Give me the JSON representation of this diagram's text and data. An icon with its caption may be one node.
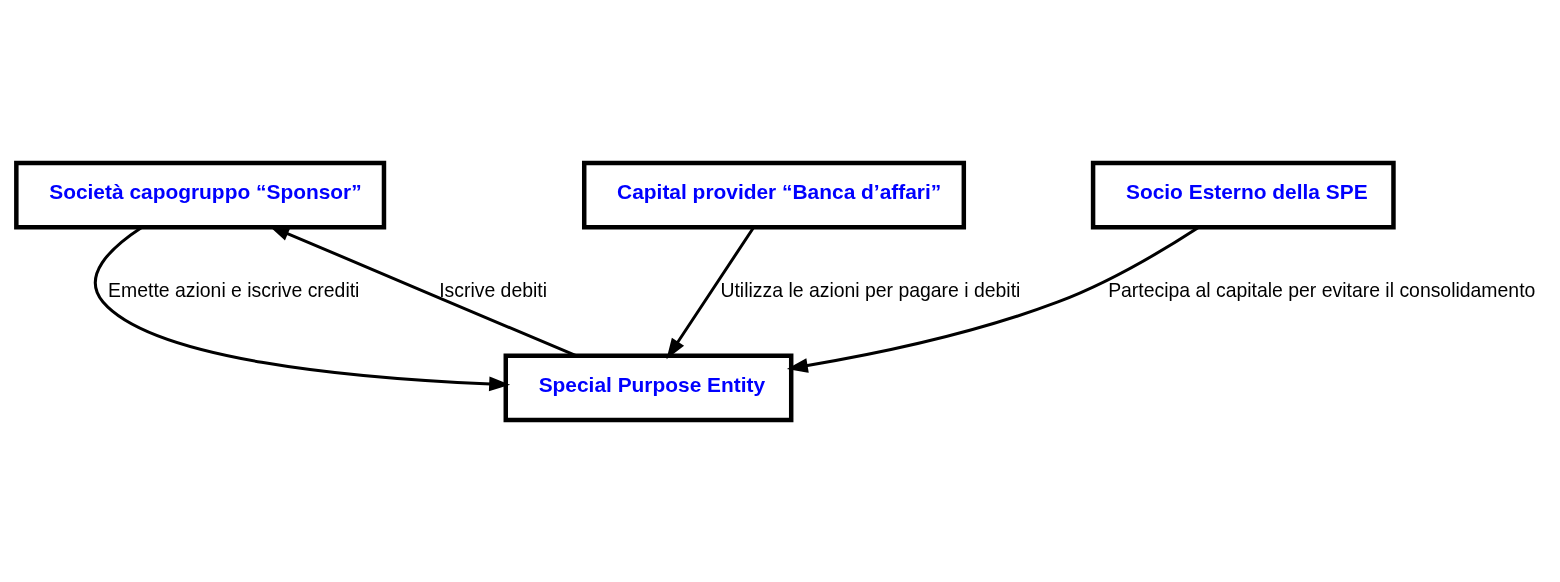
{
  "diagram": {
    "nodes": [
      {
        "text": [
          "Società capogruppo “Sponsor”"
        ]
      },
      {
        "text": [
          "Capital provider “Banca d’affari”"
        ]
      },
      {
        "text": [
          "Special Purpose Entity"
        ]
      },
      {
        "text": [
          "Socio Esterno della SPE"
        ]
      }
    ],
    "edges": [
      {
        "from": 0,
        "to": 2,
        "arrow": "to",
        "label": "Emette azioni e iscrive crediti"
      },
      {
        "from": 2,
        "to": 0,
        "arrow": "to",
        "label": "Iscrive debiti"
      },
      {
        "from": 1,
        "to": 2,
        "arrow": "to",
        "label": "Utilizza le azioni per pagare i debiti"
      },
      {
        "from": 3,
        "to": 2,
        "arrow": "to",
        "label": "Partecipa al capitale per evitare il consolidamento"
      }
    ]
  }
}
